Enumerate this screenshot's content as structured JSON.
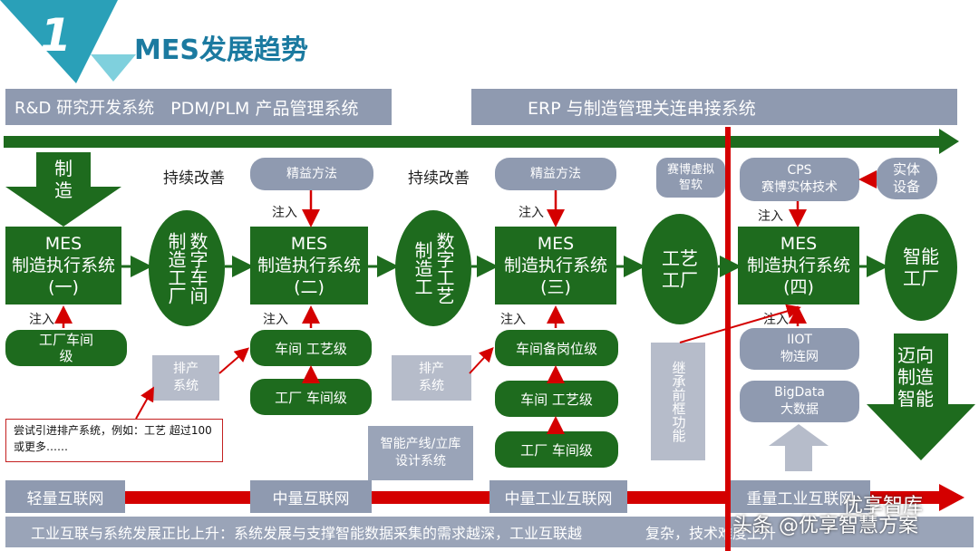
{
  "header": {
    "number": "1",
    "title": "MES发展趋势"
  },
  "top_bar": {
    "left_a": "R&D 研究开发系统",
    "left_b": "PDM/PLM 产品管理系统",
    "right": "ERP 与制造管理关连串接系统"
  },
  "left_arrow": {
    "text": "制造"
  },
  "stage1": {
    "mes_line1": "MES",
    "mes_line2": "制造执行系统",
    "mes_line3": "(一)",
    "inject": "注入",
    "bottom_pill": "工厂车间级"
  },
  "oval1": {
    "text": "数字车间 制造工厂"
  },
  "stage2": {
    "label": "持续改善",
    "method": "精益方法",
    "inject_top": "注入",
    "mes_line1": "MES",
    "mes_line2": "制造执行系统",
    "mes_line3": "(二)",
    "inject_bottom": "注入",
    "pill1": "车间 工艺级",
    "pill2": "工厂 车间级",
    "side_box": "排产系统"
  },
  "oval2": {
    "text": "数字工艺 制造工"
  },
  "stage3": {
    "label": "持续改善",
    "method": "精益方法",
    "inject_top": "注入",
    "mes_line1": "MES",
    "mes_line2": "制造执行系统",
    "mes_line3": "(三)",
    "inject_bottom": "注入",
    "pill1": "车间备岗位级",
    "pill2": "车间 工艺级",
    "pill3": "工厂 车间级",
    "side_box": "排产系统"
  },
  "oval3": {
    "text": "工艺工厂"
  },
  "cyber_virtual": {
    "text": "赛博虚拟智软"
  },
  "stage4": {
    "cps_line1": "CPS",
    "cps_line2": "赛博实体技术",
    "entity": "实体设备",
    "inject_top": "注入",
    "mes_line1": "MES",
    "mes_line2": "制造执行系统",
    "mes_line3": "(四)",
    "inject_bottom": "注入",
    "iiot_line1": "IIOT",
    "iiot_line2": "物连网",
    "bigdata_line1": "BigData",
    "bigdata_line2": "大数据"
  },
  "oval4": {
    "text": "智能工厂"
  },
  "inherit_box": {
    "text": "继承前框功能"
  },
  "right_arrow": {
    "text": "迈向制造智能"
  },
  "note": {
    "text": "尝试引进排产系统，例如：工艺 超过100或更多……"
  },
  "smart_line": {
    "text": "智能产线/立库设计系统"
  },
  "bottom_bar": {
    "stage1": "轻量互联网",
    "stage2": "中量互联网",
    "stage3": "中量工业互联网",
    "stage4": "重量工业互联网"
  },
  "footer": {
    "left": "工业互联与系统发展正比上升：系统发展与支撑智能数据采集的需求越深，工业互联越",
    "right": "复杂，技术难度上升"
  },
  "watermark": {
    "line1": "优享智库",
    "line2": "头条 @优享智慧方案"
  },
  "colors": {
    "green": "#1e6b1e",
    "grey": "#8f9ab0",
    "red": "#d40000",
    "teal": "#2aa0b8",
    "title": "#1b7aa0"
  }
}
